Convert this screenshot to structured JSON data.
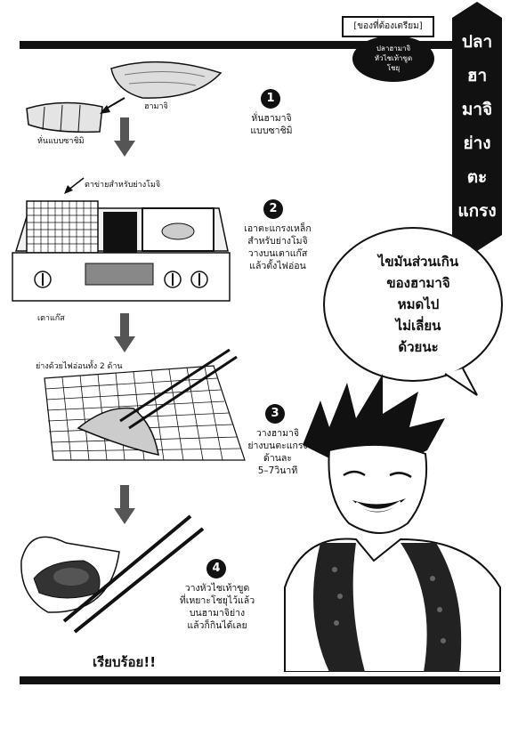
{
  "ingredients": {
    "heading": "[ของที่ต้องเตรียม]",
    "items": [
      "ปลาฮามาจิ",
      "หัวไชเท้าขูด",
      "โชยุ"
    ]
  },
  "title_banner": {
    "words": [
      "ปลา",
      "ฮา",
      "มาจิ",
      "ย่าง",
      "ตะ",
      "แกรง"
    ]
  },
  "steps": [
    {
      "number": "1",
      "lines": [
        "หั่นฮามาจิ",
        "แบบซาชิมิ"
      ]
    },
    {
      "number": "2",
      "lines": [
        "เอาตะแกรงเหล็ก",
        "สำหรับย่างโมจิ",
        "วางบนเตาแก๊ส",
        "แล้วตั้งไฟอ่อน"
      ]
    },
    {
      "number": "3",
      "lines": [
        "วางฮามาจิ",
        "ย่างบนตะแกรง",
        "ด้านละ",
        "5–7วินาที"
      ]
    },
    {
      "number": "4",
      "lines": [
        "วางหัวไชเท้าขูด",
        "ที่เหยาะโชยุไว้แล้ว",
        "บนฮามาจิย่าง",
        "แล้วก็กินได้เลย"
      ]
    }
  ],
  "labels": {
    "hamachi": "ฮามาจิ",
    "sashimi_cut": "หั่นแบบซาชิมิ",
    "mochi_grill": "ตาข่ายสำหรับย่างโมจิ",
    "gas_stove": "เตาแก๊ส",
    "grill_both_sides": "ย่างด้วยไฟอ่อนทั้ง 2 ด้าน"
  },
  "speech_bubble": {
    "lines": [
      "ไขมันส่วนเกิน",
      "ของฮามาจิ",
      "หมดไป",
      "ไม่เลี่ยน",
      "ด้วยนะ"
    ]
  },
  "footer": {
    "done": "เรียบร้อย!!"
  }
}
